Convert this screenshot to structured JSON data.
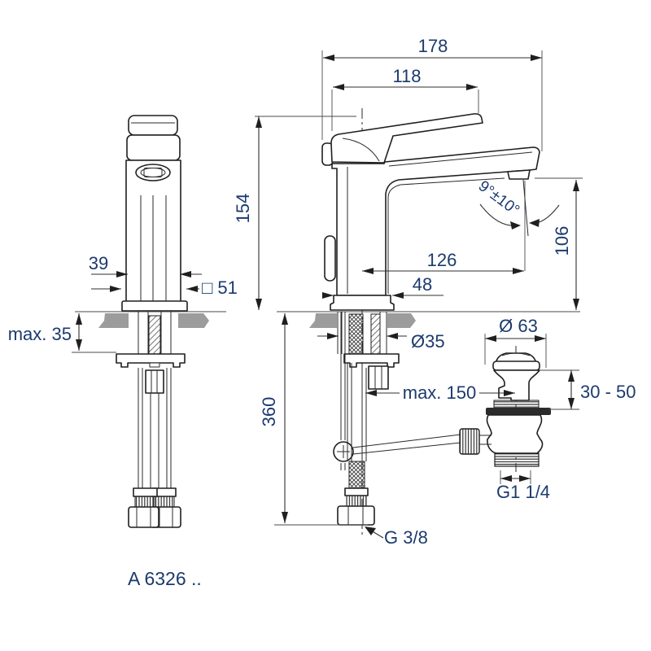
{
  "drawing": {
    "product_code": "A 6326 ..",
    "dims": {
      "total_width": "178",
      "lever_length": "118",
      "body_height": "154",
      "spout_height": "106",
      "outlet_offset": "126",
      "base_depth": "48",
      "body_width": "39",
      "base_square": "□ 51",
      "deck_thickness": "max. 35",
      "hole_diameter": "Ø35",
      "rod_reach": "max. 150",
      "hose_length": "360",
      "plug_diameter": "Ø 63",
      "waste_height_range": "30 - 50",
      "waste_thread": "G1 1/4",
      "supply_thread": "G 3/8",
      "stream_angle": "9°±10°"
    },
    "colors": {
      "dim_text": "#1c3a6e",
      "line": "#1f1f1f",
      "counter": "#9c9c9c"
    }
  }
}
